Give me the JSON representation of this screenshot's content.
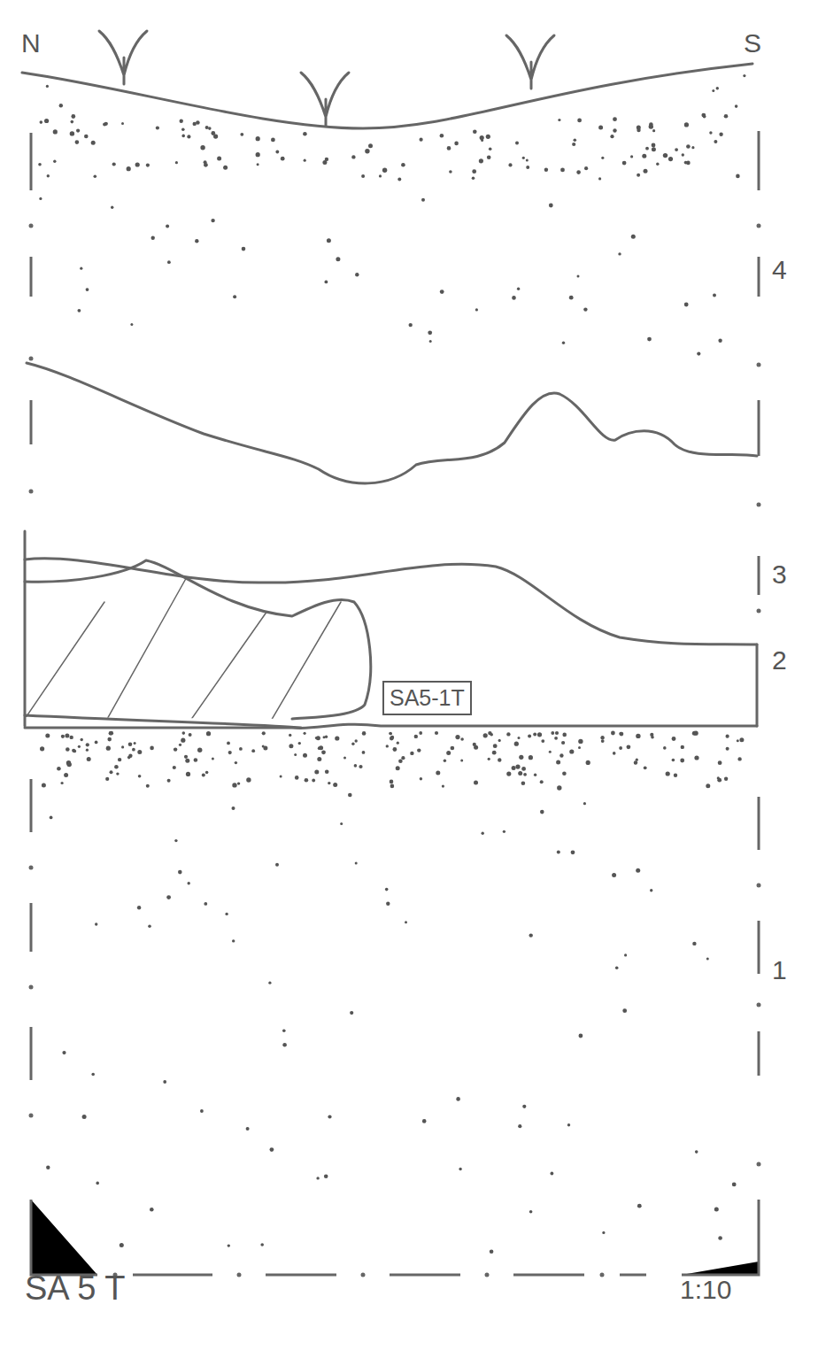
{
  "diagram": {
    "nodes": [
      {
        "text": [
          "SA5-1T"
        ]
      }
    ],
    "labels": [
      "N",
      "S",
      "4",
      "3",
      "2",
      "1",
      "SA 5 T",
      "1:10"
    ]
  }
}
